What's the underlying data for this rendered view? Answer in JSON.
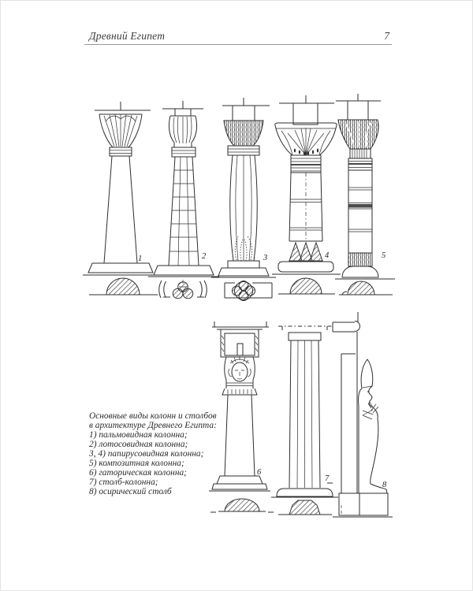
{
  "page": {
    "header": {
      "title": "Древний Египет",
      "page_number": "7"
    },
    "caption": {
      "lines": [
        "Основные виды колонн и столбов",
        "в архитектуре Древнего Египта:",
        "1) пальмовидная колонна;",
        "2) лотосовидная колонна;",
        "3, 4) папирусовидная колонна;",
        "5) композитная колонна;",
        "6) гаторическая колонна;",
        "7) столб-колонна;",
        "8) осирический столб"
      ]
    },
    "figures": {
      "labels": [
        "1",
        "2",
        "3",
        "4",
        "5",
        "6",
        "7",
        "8"
      ]
    },
    "colors": {
      "ink": "#2e2e2e",
      "paper": "#ffffff",
      "rule": "#979797"
    }
  }
}
